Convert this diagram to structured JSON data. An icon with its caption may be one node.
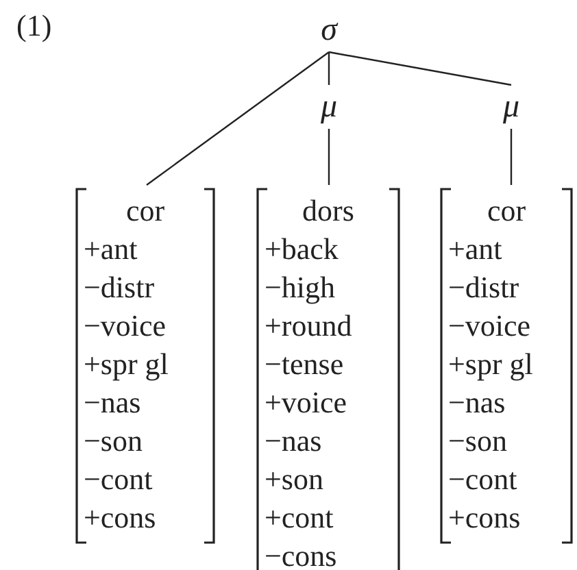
{
  "diagram": {
    "nodes": [
      {
        "text": [
          "σ"
        ]
      },
      {
        "text": [
          "μ"
        ]
      },
      {
        "text": [
          "μ"
        ]
      },
      {
        "text": [
          "cor",
          "+ant",
          "−distr",
          "−voice",
          "+spr gl",
          "−nas",
          "−son",
          "−cont",
          "+cons"
        ]
      },
      {
        "text": [
          "dors",
          "+back",
          "−high",
          "+round",
          "−tense",
          "+voice",
          "−nas",
          "+son",
          "+cont",
          "−cons"
        ]
      },
      {
        "text": [
          "cor",
          "+ant",
          "−distr",
          "−voice",
          "+spr gl",
          "−nas",
          "−son",
          "−cont",
          "+cons"
        ]
      }
    ],
    "edges": [
      {
        "from": 0,
        "to": 3,
        "arrow": "none"
      },
      {
        "from": 0,
        "to": 1,
        "arrow": "none"
      },
      {
        "from": 0,
        "to": 2,
        "arrow": "none"
      },
      {
        "from": 1,
        "to": 4,
        "arrow": "none"
      },
      {
        "from": 2,
        "to": 5,
        "arrow": "none"
      }
    ],
    "labels": [
      "(1)"
    ]
  }
}
